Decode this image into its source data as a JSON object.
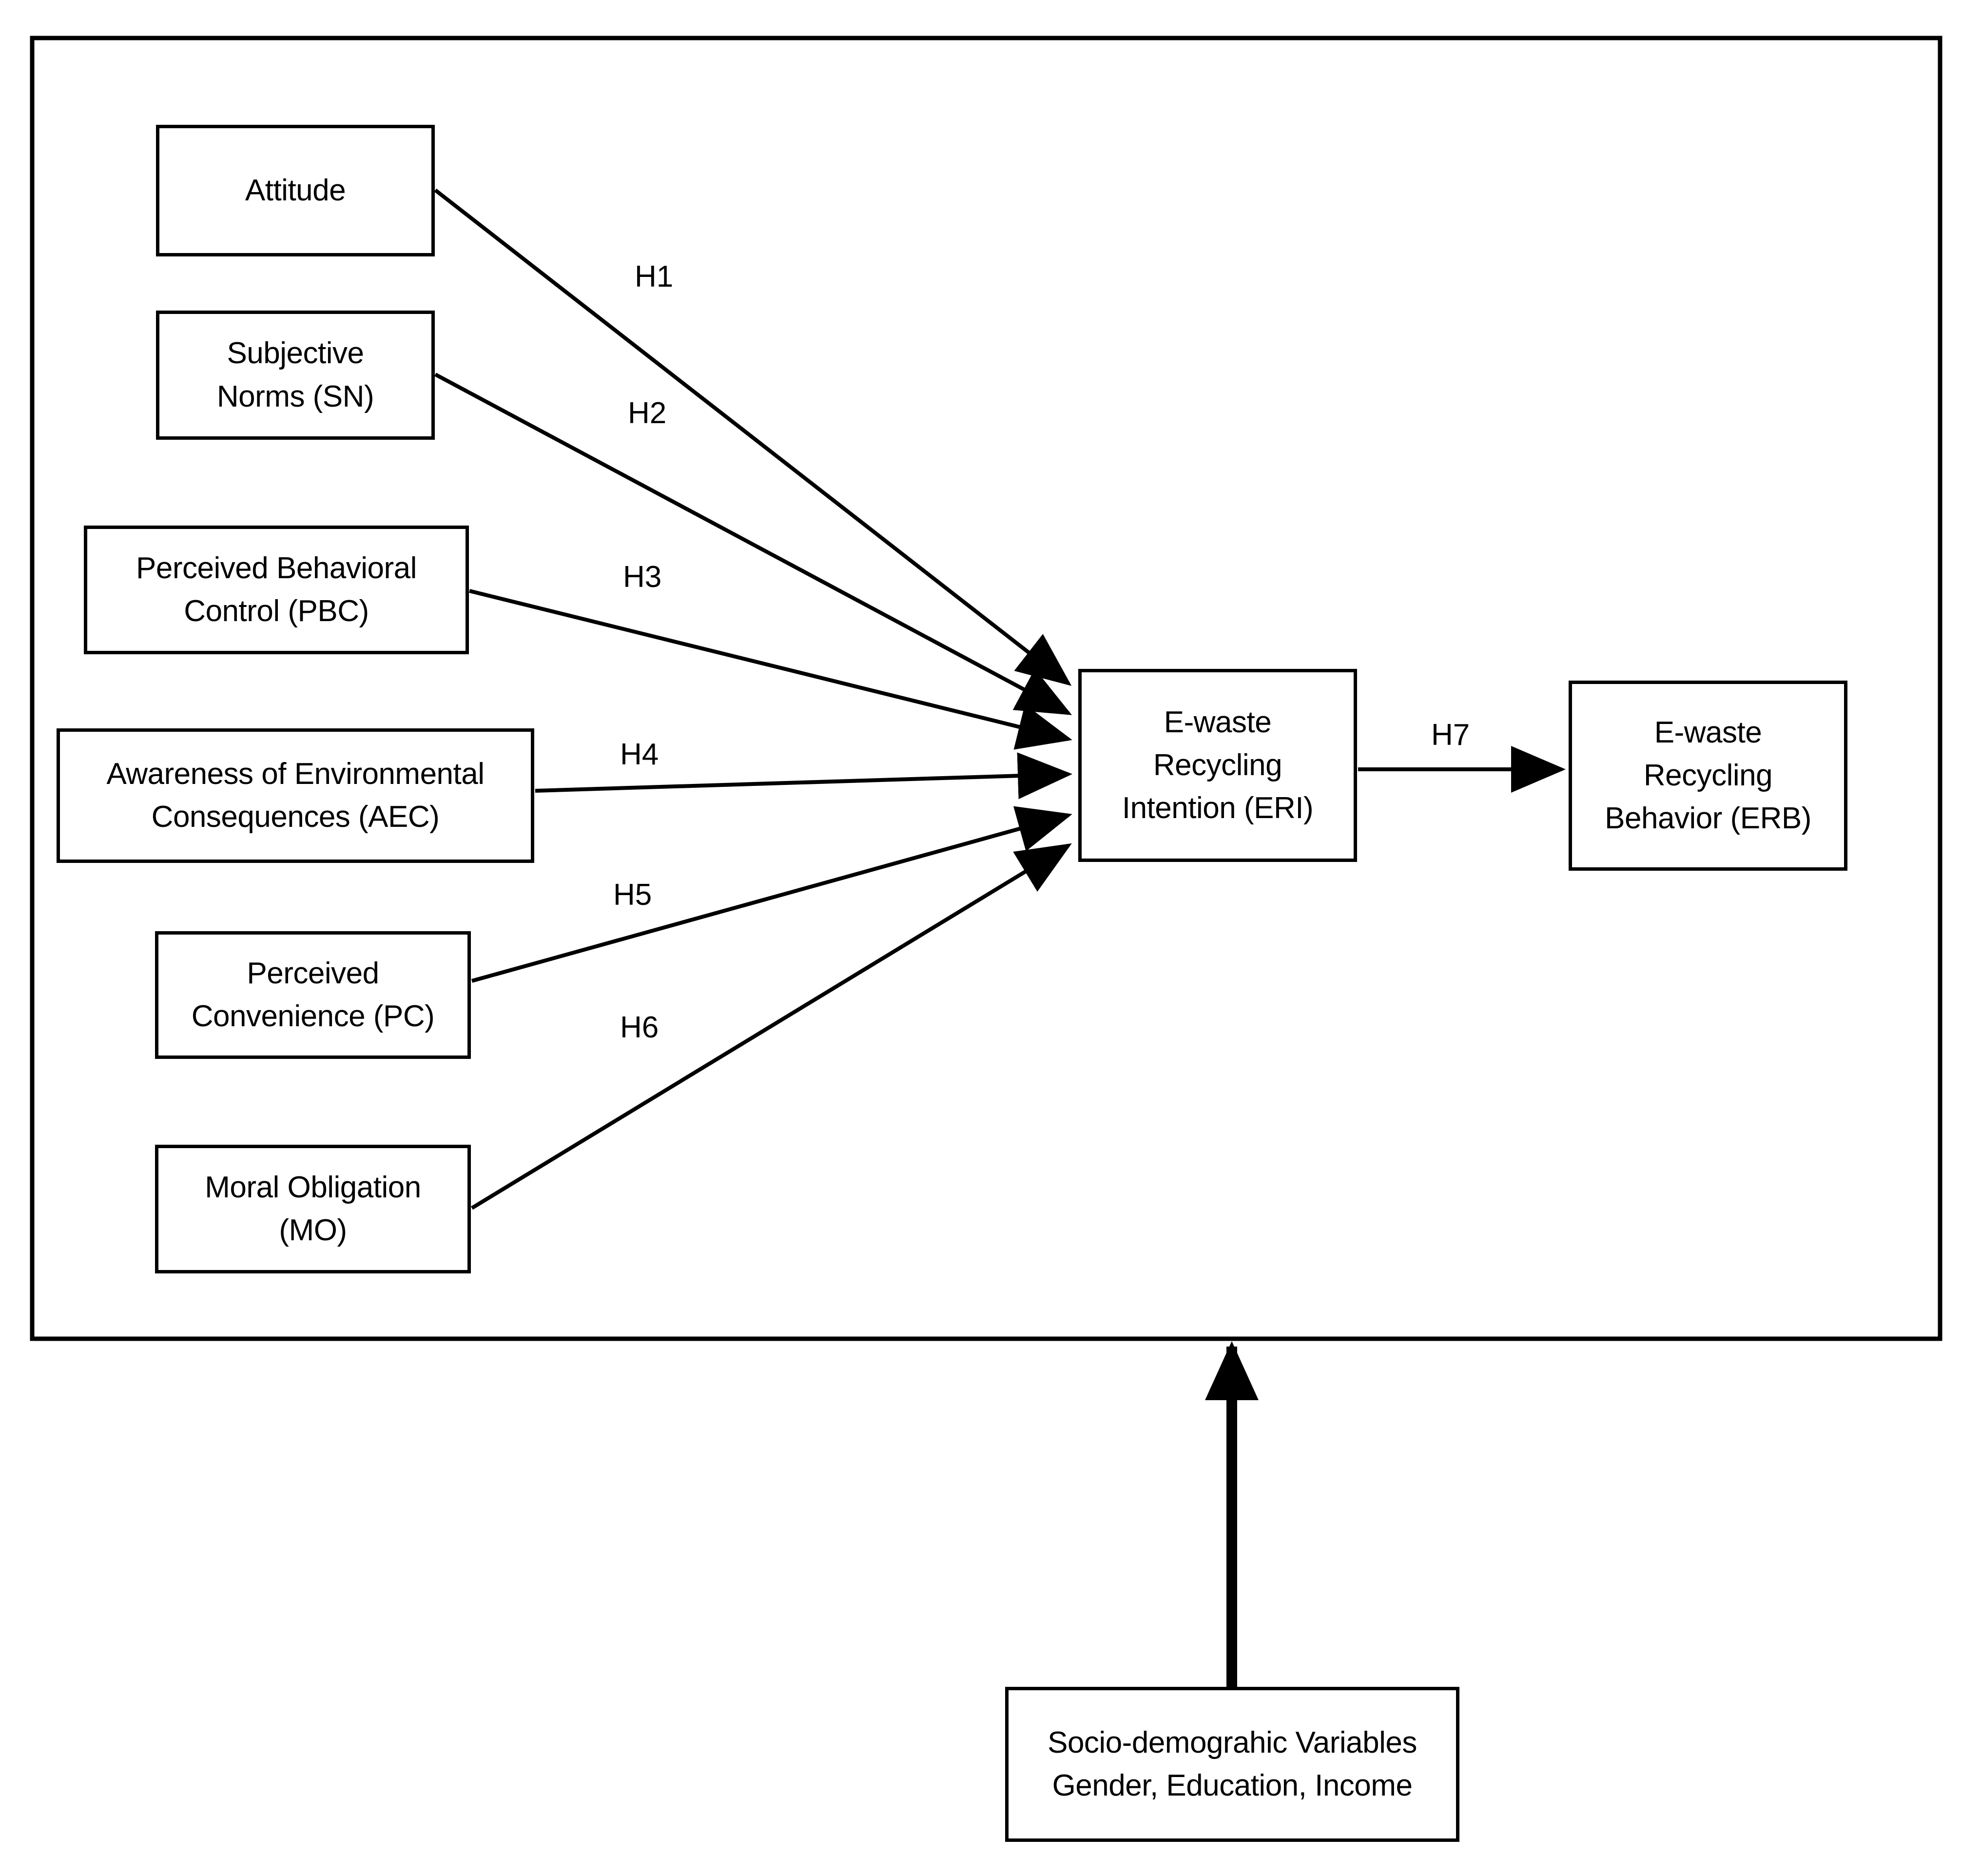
{
  "figure": {
    "type": "conceptual-research-model-diagram",
    "background_color": "#ffffff",
    "line_color": "#000000"
  },
  "outer_frame": {
    "name": "model-boundary-frame"
  },
  "nodes": {
    "attitude": {
      "label": "Attitude"
    },
    "subjective_norms": {
      "label": "Subjective\nNorms (SN)"
    },
    "perceived_behavioral_control": {
      "label": "Perceived Behavioral\nControl (PBC)"
    },
    "awareness_environmental_consequences": {
      "label": "Awareness of Environmental\nConsequences (AEC)"
    },
    "perceived_convenience": {
      "label": "Perceived\nConvenience (PC)"
    },
    "moral_obligation": {
      "label": "Moral Obligation\n(MO)"
    },
    "ewaste_recycling_intention": {
      "label": "E-waste\nRecycling\nIntention (ERI)"
    },
    "ewaste_recycling_behavior": {
      "label": "E-waste\nRecycling\nBehavior (ERB)"
    },
    "socio_demographic": {
      "label": "Socio-demograhic Variables\nGender, Education, Income"
    }
  },
  "hypotheses": [
    {
      "id": "H1",
      "label": "H1",
      "from": "attitude",
      "to": "ewaste_recycling_intention"
    },
    {
      "id": "H2",
      "label": "H2",
      "from": "subjective_norms",
      "to": "ewaste_recycling_intention"
    },
    {
      "id": "H3",
      "label": "H3",
      "from": "perceived_behavioral_control",
      "to": "ewaste_recycling_intention"
    },
    {
      "id": "H4",
      "label": "H4",
      "from": "awareness_environmental_consequences",
      "to": "ewaste_recycling_intention"
    },
    {
      "id": "H5",
      "label": "H5",
      "from": "perceived_convenience",
      "to": "ewaste_recycling_intention"
    },
    {
      "id": "H6",
      "label": "H6",
      "from": "moral_obligation",
      "to": "ewaste_recycling_intention"
    },
    {
      "id": "H7",
      "label": "H7",
      "from": "ewaste_recycling_intention",
      "to": "ewaste_recycling_behavior"
    }
  ],
  "moderator_link": {
    "from": "socio_demographic",
    "to": "model-boundary-frame",
    "style": "thick-vertical-arrow"
  }
}
